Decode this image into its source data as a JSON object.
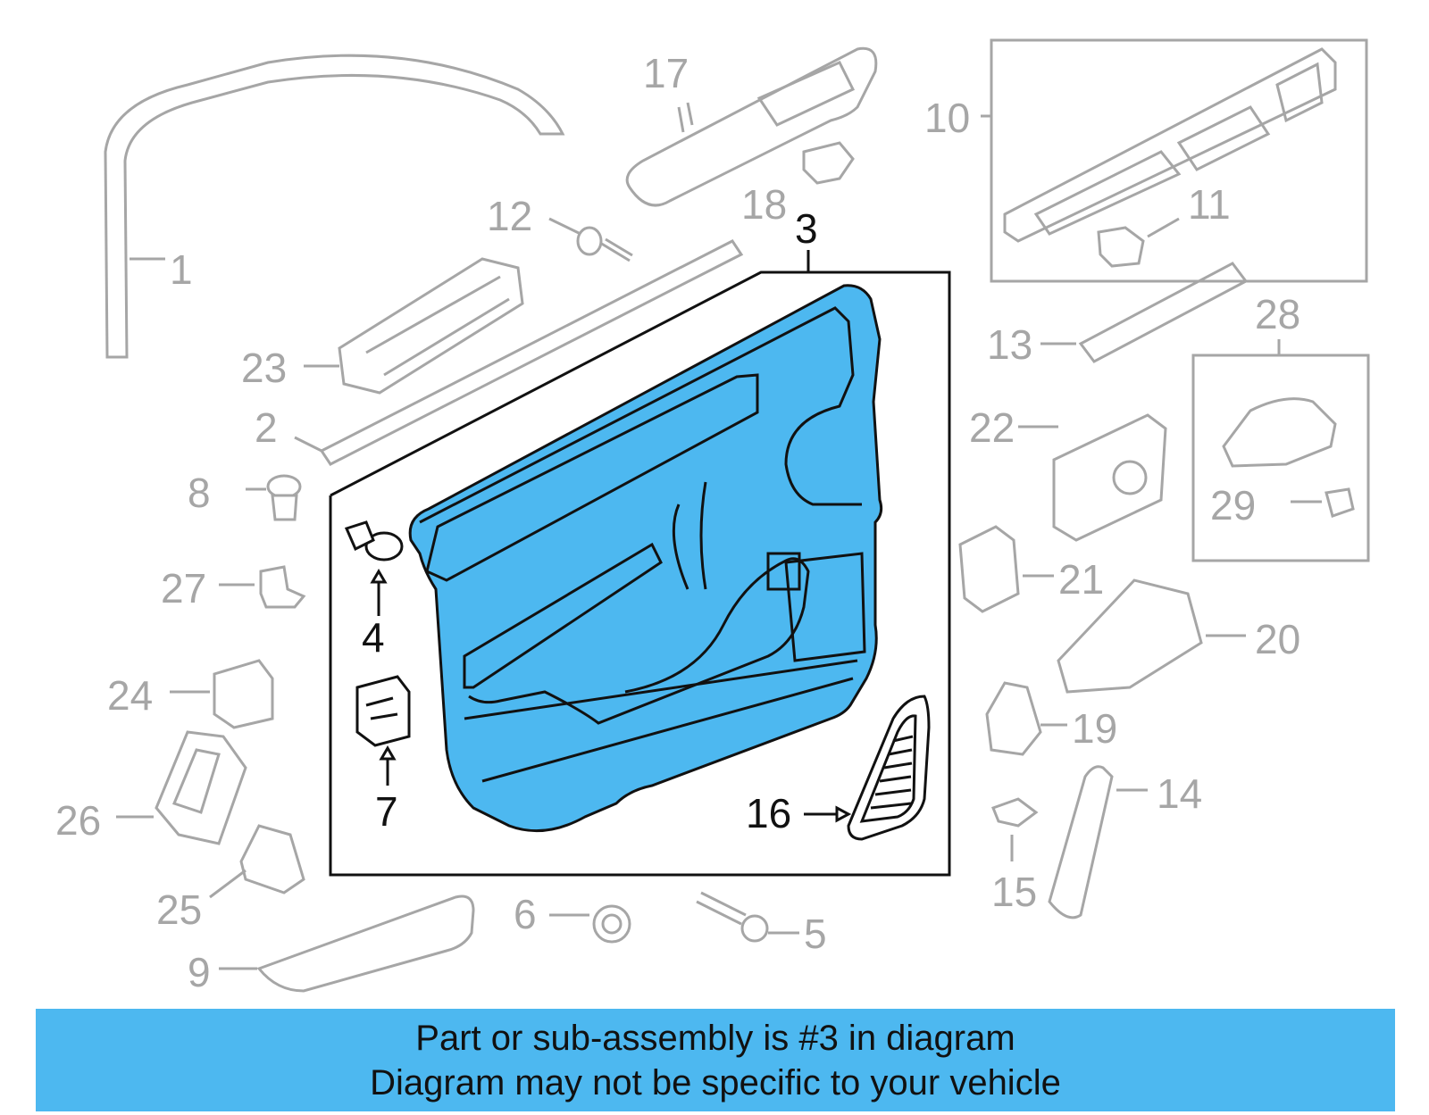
{
  "diagram": {
    "callouts": [
      "1",
      "2",
      "3",
      "4",
      "5",
      "6",
      "7",
      "8",
      "9",
      "10",
      "11",
      "12",
      "13",
      "14",
      "15",
      "16",
      "17",
      "18",
      "19",
      "20",
      "21",
      "22",
      "23",
      "24",
      "25",
      "26",
      "27",
      "28",
      "29"
    ],
    "highlight_color": "#4db8f0",
    "highlighted_part": "3"
  },
  "banner": {
    "line1": "Part or sub-assembly is #3 in diagram",
    "line2": "Diagram may not be specific to your vehicle"
  }
}
